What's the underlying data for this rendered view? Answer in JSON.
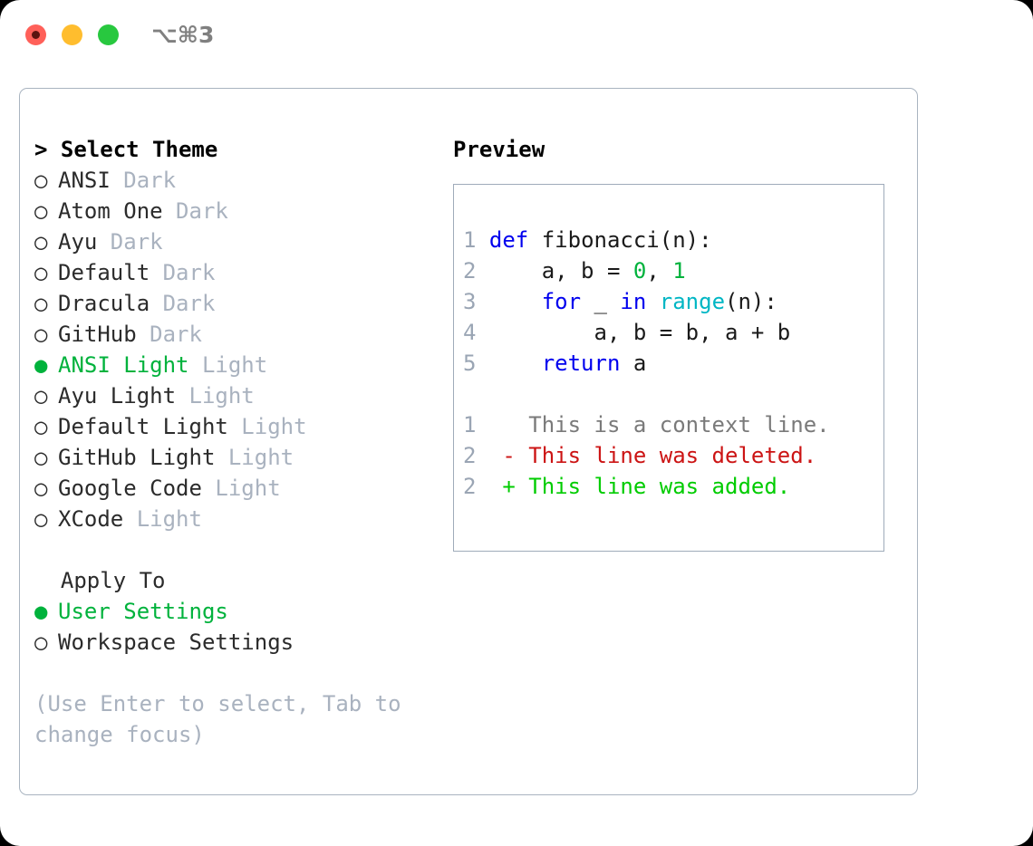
{
  "window": {
    "traffic_lights": [
      "close",
      "minimize",
      "maximize"
    ],
    "shortcut": "⌥⌘3",
    "colors": {
      "close": "#ff6059",
      "minimize": "#ffbd2e",
      "maximize": "#28c83f",
      "accent_green": "#00b23c",
      "muted": "#a9b2bf",
      "border": "#a9b4c0"
    }
  },
  "theme_picker": {
    "header_prefix": ">",
    "header": "Select Theme",
    "marker_selected": "●",
    "marker_unselected": "○",
    "items": [
      {
        "name": "ANSI",
        "kind": "Dark",
        "selected": false
      },
      {
        "name": "Atom One",
        "kind": "Dark",
        "selected": false
      },
      {
        "name": "Ayu",
        "kind": "Dark",
        "selected": false
      },
      {
        "name": "Default",
        "kind": "Dark",
        "selected": false
      },
      {
        "name": "Dracula",
        "kind": "Dark",
        "selected": false
      },
      {
        "name": "GitHub",
        "kind": "Dark",
        "selected": false
      },
      {
        "name": "ANSI Light",
        "kind": "Light",
        "selected": true
      },
      {
        "name": "Ayu Light",
        "kind": "Light",
        "selected": false
      },
      {
        "name": "Default Light",
        "kind": "Light",
        "selected": false
      },
      {
        "name": "GitHub Light",
        "kind": "Light",
        "selected": false
      },
      {
        "name": "Google Code",
        "kind": "Light",
        "selected": false
      },
      {
        "name": "XCode",
        "kind": "Light",
        "selected": false
      }
    ]
  },
  "apply_to": {
    "header": "Apply To",
    "options": [
      {
        "label": "User Settings",
        "selected": true
      },
      {
        "label": "Workspace Settings",
        "selected": false
      }
    ]
  },
  "hint": "(Use Enter to select, Tab to change focus)",
  "preview": {
    "title": "Preview",
    "code_lines": [
      {
        "num": "1",
        "tokens": [
          {
            "t": "def",
            "c": "kw"
          },
          {
            "t": " fibonacci(n):",
            "c": "plain"
          }
        ]
      },
      {
        "num": "2",
        "tokens": [
          {
            "t": "    a, b = ",
            "c": "plain"
          },
          {
            "t": "0",
            "c": "num"
          },
          {
            "t": ", ",
            "c": "plain"
          },
          {
            "t": "1",
            "c": "num"
          }
        ]
      },
      {
        "num": "3",
        "tokens": [
          {
            "t": "    ",
            "c": "plain"
          },
          {
            "t": "for",
            "c": "kw"
          },
          {
            "t": " _ ",
            "c": "plain"
          },
          {
            "t": "in",
            "c": "kw"
          },
          {
            "t": " ",
            "c": "plain"
          },
          {
            "t": "range",
            "c": "fn"
          },
          {
            "t": "(n):",
            "c": "plain"
          }
        ]
      },
      {
        "num": "4",
        "tokens": [
          {
            "t": "        a, b = b, a + b",
            "c": "plain"
          }
        ]
      },
      {
        "num": "5",
        "tokens": [
          {
            "t": "    ",
            "c": "plain"
          },
          {
            "t": "return",
            "c": "kw"
          },
          {
            "t": " a",
            "c": "plain"
          }
        ]
      }
    ],
    "diff_lines": [
      {
        "num": "1",
        "marker": " ",
        "text": "This is a context line.",
        "kind": "ctx"
      },
      {
        "num": "2",
        "marker": "-",
        "text": "This line was deleted.",
        "kind": "del"
      },
      {
        "num": "2",
        "marker": "+",
        "text": "This line was added.",
        "kind": "add"
      }
    ]
  }
}
